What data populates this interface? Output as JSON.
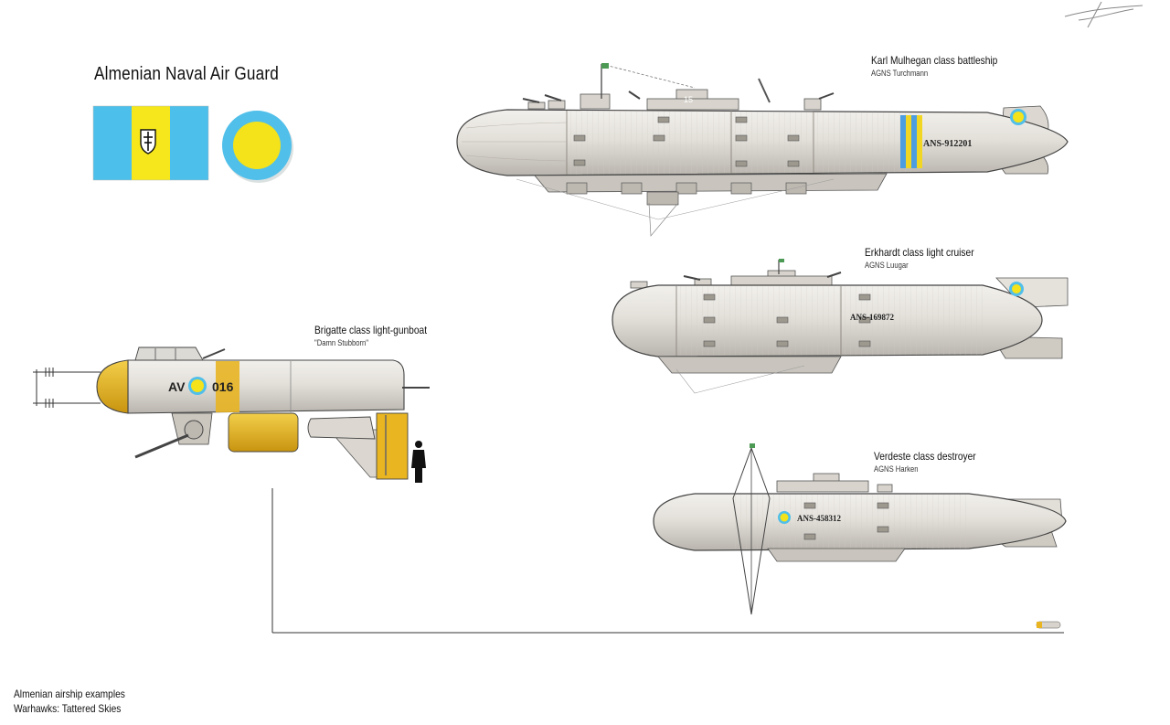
{
  "header": {
    "title": "Almenian Naval Air Guard"
  },
  "colors": {
    "flag_blue": "#4cbfea",
    "flag_yellow": "#f5e71c",
    "roundel_blue": "#50bfea",
    "roundel_yellow": "#f4e21a",
    "hull_grey": "#e4e1dc",
    "gunboat_yellow": "#e9b520"
  },
  "insignia": {
    "flag_emblem_icon": "shield-cross-icon",
    "roundel_icon": "roundel-icon"
  },
  "ships": [
    {
      "name": "Karl Mulhegan class battleship",
      "vessel": "AGNS Turchmann",
      "hull_number": "ANS-912201",
      "hull_mark": "15"
    },
    {
      "name": "Erkhardt class light cruiser",
      "vessel": "AGNS Luugar",
      "hull_number": "ANS-169872"
    },
    {
      "name": "Brigatte class light-gunboat",
      "vessel": "\"Damn Stubborn\"",
      "code_left": "AV",
      "code_right": "016"
    },
    {
      "name": "Verdeste class destroyer",
      "vessel": "AGNS Harken",
      "hull_number": "ANS-458312"
    }
  ],
  "footer": {
    "line1": "Almenian airship examples",
    "line2": "Warhawks: Tattered Skies"
  }
}
